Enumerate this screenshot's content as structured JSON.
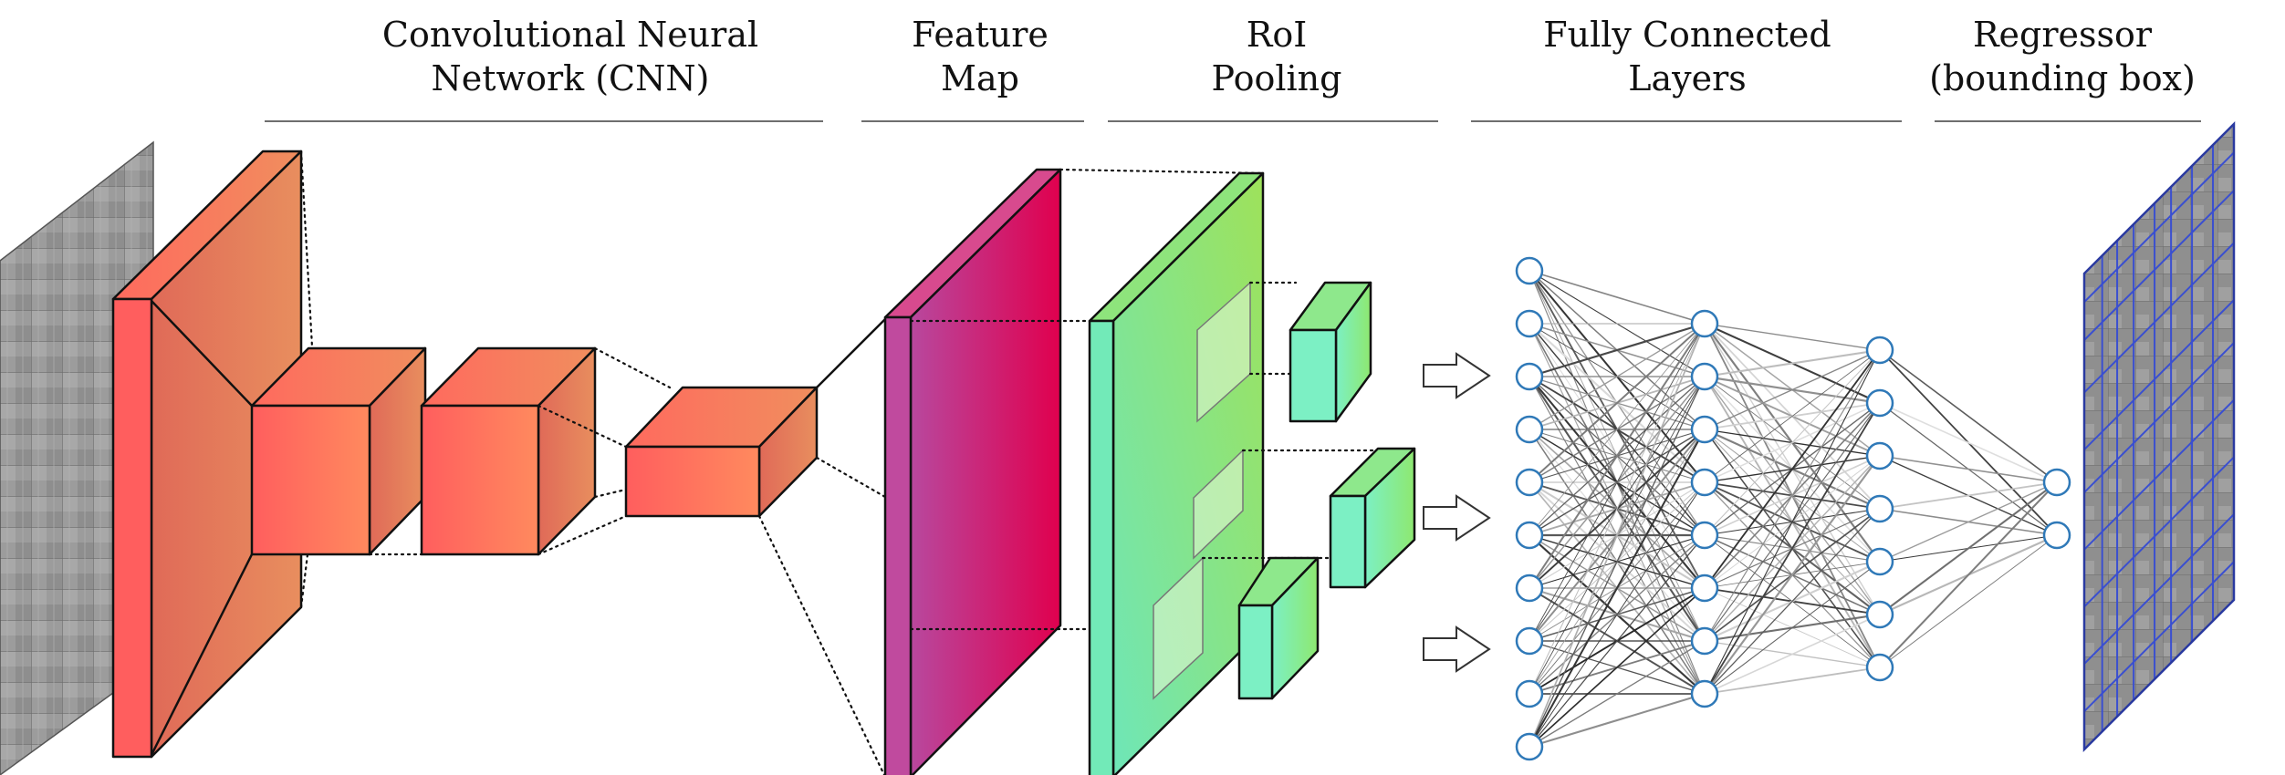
{
  "headers": {
    "cnn": {
      "line1": "Convolutional Neural",
      "line2": "Network (CNN)"
    },
    "feature_map": {
      "line1": "Feature",
      "line2": "Map"
    },
    "roi_pooling": {
      "line1": "RoI",
      "line2": "Pooling"
    },
    "fc_layers": {
      "line1": "Fully Connected",
      "line2": "Layers"
    },
    "regressor": {
      "line1": "Regressor",
      "line2": "(bounding box)"
    }
  },
  "colors": {
    "cnn_front": "#ff5e5e",
    "cnn_side": "#e88a5e",
    "feature_map_start": "#c04a9e",
    "feature_map_end": "#e0004a",
    "roi_start": "#6ee6b4",
    "roi_end": "#9ee35a",
    "node_stroke": "#2f79b8",
    "grid_line": "#3a4fd0"
  },
  "fc_layers": {
    "layer_sizes": [
      10,
      8,
      7,
      2
    ]
  },
  "icons": {
    "input_image": "grayscale-image-panel",
    "output_image": "image-with-bounding-box-grid",
    "arrow": "right-arrow-icon"
  }
}
